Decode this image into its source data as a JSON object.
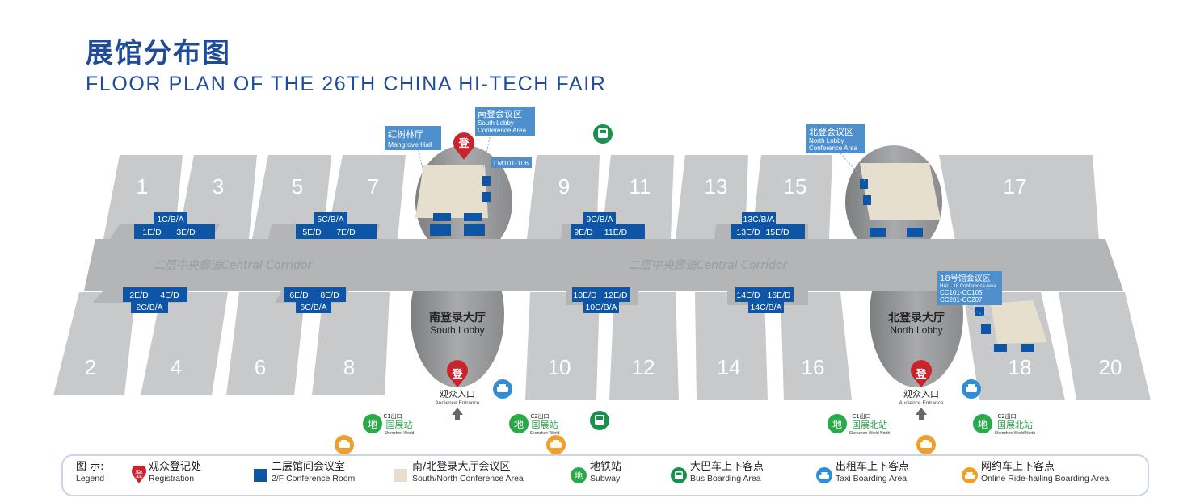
{
  "title": {
    "cn": "展馆分布图",
    "en": "FLOOR PLAN OF THE 26TH CHINA HI-TECH FAIR"
  },
  "halls_top": [
    "1",
    "3",
    "5",
    "7",
    "9",
    "11",
    "13",
    "15",
    "17"
  ],
  "halls_bottom": [
    "2",
    "4",
    "6",
    "8",
    "10",
    "12",
    "14",
    "16",
    "18",
    "20"
  ],
  "corridor_label": "二层中央廊道Central Corridor",
  "rooms": {
    "r1_top": "1C/B/A",
    "r1_left": "1E/D",
    "r1_right": "3E/D",
    "r2_top": "5C/B/A",
    "r2_left": "5E/D",
    "r2_right": "7E/D",
    "r3_top": "9C/B/A",
    "r3_left": "9E/D",
    "r3_right": "11E/D",
    "r4_top": "13C/B/A",
    "r4_left": "13E/D",
    "r4_right": "15E/D",
    "r5_left": "2E/D",
    "r5_right": "4E/D",
    "r5_bottom": "2C/B/A",
    "r6_left": "6E/D",
    "r6_right": "8E/D",
    "r6_bottom": "6C/B/A",
    "r7_left": "10E/D",
    "r7_right": "12E/D",
    "r7_bottom": "10C/B/A",
    "r8_left": "14E/D",
    "r8_right": "16E/D",
    "r8_bottom": "14C/B/A"
  },
  "labels": {
    "mangrove_cn": "红树林厅",
    "mangrove_en": "Mangrove Hall",
    "south_conf_cn": "南登会议区",
    "south_conf_en1": "South Lobby",
    "south_conf_en2": "Conference Area",
    "lm": "LM101-106",
    "north_conf_cn": "北登会议区",
    "north_conf_en1": "North Lobby",
    "north_conf_en2": "Conference Area",
    "h18_cn": "18号馆会议区",
    "h18_en": "HALL 18 Conference Area",
    "h18_r1": "CC101-CC105",
    "h18_r2": "CC201-CC207",
    "south_lobby_cn": "南登录大厅",
    "south_lobby_en": "South Lobby",
    "north_lobby_cn": "北登录大厅",
    "north_lobby_en": "North Lobby",
    "reg_char": "登",
    "entrance_cn": "观众入口",
    "entrance_en": "Audience Entrance",
    "c1": "C1出口",
    "c2": "C2出口",
    "station_cn": "国展站",
    "station_en": "Shenzhen World",
    "north_station_cn": "国展北站",
    "north_station_en": "Shenzhen World North",
    "metro_glyph": "地"
  },
  "legend": {
    "title_cn": "图  示:",
    "title_en": "Legend",
    "items": [
      {
        "cn": "观众登记处",
        "en": "Registration",
        "icon": "registration-pin-icon"
      },
      {
        "cn": "二层馆间会议室",
        "en": "2/F Conference Room",
        "icon": "conference-room-square-icon"
      },
      {
        "cn": "南/北登录大厅会议区",
        "en": "South/North Conference Area",
        "icon": "lobby-conference-square-icon"
      },
      {
        "cn": "地铁站",
        "en": "Subway",
        "icon": "subway-icon"
      },
      {
        "cn": "大巴车上下客点",
        "en": "Bus Boarding Area",
        "icon": "bus-icon"
      },
      {
        "cn": "出租车上下客点",
        "en": "Taxi Boarding Area",
        "icon": "taxi-icon"
      },
      {
        "cn": "网约车上下客点",
        "en": "Online Ride-hailing Boarding Area",
        "icon": "ride-hailing-icon"
      }
    ]
  },
  "colors": {
    "brand": "#1f4b9a",
    "hall": "#c8c9cb",
    "corridor": "#b4b5b7",
    "room": "#0e56a5",
    "callout": "#4f8fcc",
    "conf": "#e7dfcd",
    "metro": "#2aa84a",
    "bus": "#1b8f4c",
    "taxi": "#2f8fd6",
    "ride": "#f0a02a",
    "reg": "#c9232c"
  }
}
